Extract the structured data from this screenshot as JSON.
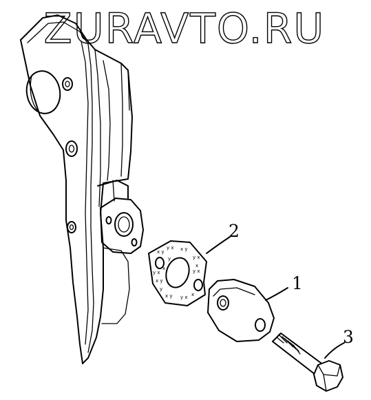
{
  "watermark": "ZURAVTO.RU",
  "callouts": [
    {
      "id": "cover",
      "label": "1"
    },
    {
      "id": "gasket",
      "label": "2"
    },
    {
      "id": "bolt",
      "label": "3"
    }
  ],
  "colors": {
    "ink": "#000000",
    "paper": "#ffffff"
  }
}
